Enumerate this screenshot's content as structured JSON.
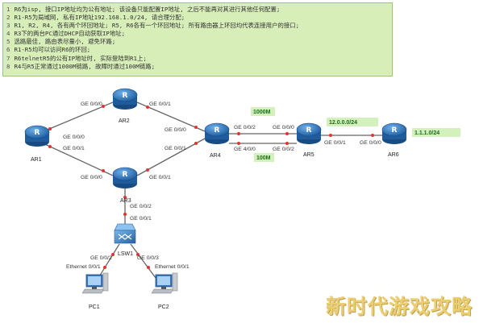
{
  "requirements": [
    {
      "num": "1",
      "text": "R6为isp, 接口IP地址均为公有地址; 该设备只能配置IP地址, 之后不能再对其进行其他任何配置;"
    },
    {
      "num": "2",
      "text": "R1-R5为局域网, 私有IP地址192.168.1.0/24, 请合理分配;"
    },
    {
      "num": "3",
      "text": "R1, R2, R4, 各有两个环回地址; R5, R6各有一个环回地址; 所有路由器上环回均代表连接用户的接口;"
    },
    {
      "num": "4",
      "text": "R3下的两台PC通过DHCP自动获取IP地址;"
    },
    {
      "num": "5",
      "text": "选路最佳, 路由表尽量小, 避免环路;"
    },
    {
      "num": "6",
      "text": "R1-R5均可以访问R6的环回;"
    },
    {
      "num": "7",
      "text": "R6telnetR5的公有IP地址时, 实际登陆到R1上;"
    },
    {
      "num": "8",
      "text": "R4与R5正常通过1000M链路, 故障时通过100M链路;"
    }
  ],
  "devices": {
    "ar1": "AR1",
    "ar2": "AR2",
    "ar3": "AR3",
    "ar4": "AR4",
    "ar5": "AR5",
    "ar6": "AR6",
    "lsw1": "LSW1",
    "pc1": "PC1",
    "pc2": "PC2"
  },
  "interfaces": {
    "ar2_left": "GE 0/0/0",
    "ar2_right": "GE 0/0/1",
    "ar1_top": "GE 0/0/0",
    "ar1_bottom": "GE 0/0/1",
    "ar3_left": "GE 0/0/0",
    "ar3_right": "GE 0/0/1",
    "ar3_g2": "GE 0/0/2",
    "lsw_g1": "GE 0/0/1",
    "ar4_top_left": "GE 0/0/0",
    "ar4_bottom_left": "GE 0/0/1",
    "ar4_g2": "GE 0/0/2",
    "ar4_g4": "GE 4/0/0",
    "ar5_g0": "GE 0/0/0",
    "ar5_g2": "GE 0/0/2",
    "ar5_g1": "GE 0/0/1",
    "ar6_g0": "GE 0/0/0",
    "lsw_g2": "GE 0/0/2",
    "lsw_g3": "GE 0/0/3",
    "pc1_eth": "Ethernet 0/0/1",
    "pc2_eth": "Ethernet 0/0/1"
  },
  "annotations": {
    "link_1000m": "1000M",
    "link_100m": "100M",
    "net_ar5_ar6": "12.0.0.0/24",
    "ar6_loopback": "1.1.1.0/24"
  },
  "watermark": "新时代游戏攻略",
  "colors": {
    "router": "#2c72b8",
    "link": "#666666",
    "port_dot": "#e2342c",
    "panel_bg": "#d7eeb9",
    "note_bg": "#d4f0bc"
  }
}
